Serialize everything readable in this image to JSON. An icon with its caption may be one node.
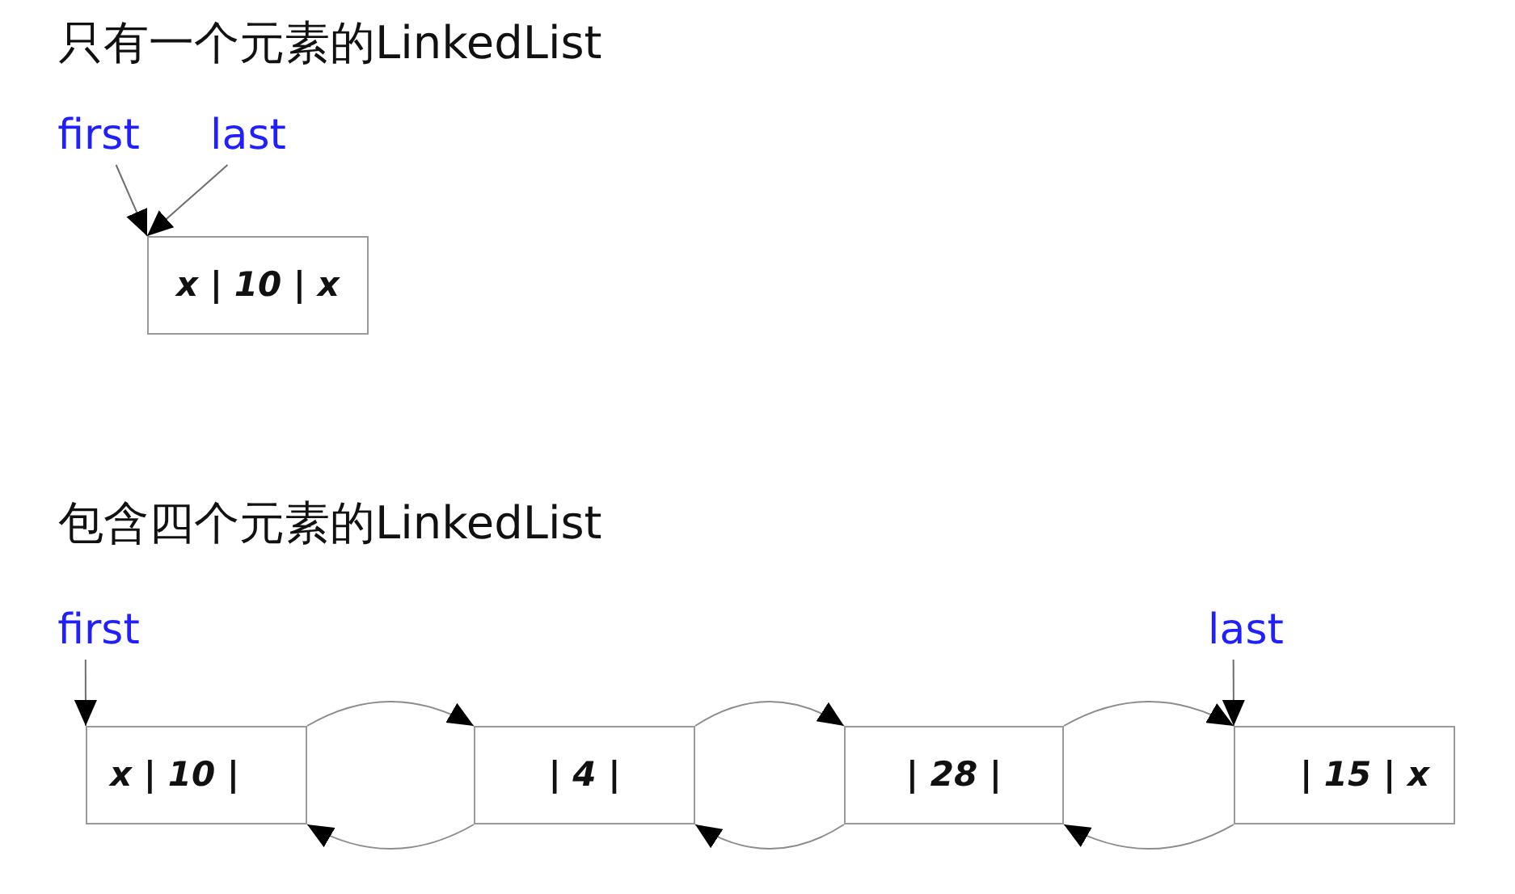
{
  "diagram": {
    "nodes": [
      {
        "text": [
          "first"
        ]
      },
      {
        "text": [
          "last"
        ]
      },
      {
        "text": [
          "x | 10 | x"
        ]
      },
      {
        "text": [
          "first"
        ]
      },
      {
        "text": [
          "last"
        ]
      },
      {
        "text": [
          "x | 10 |"
        ]
      },
      {
        "text": [
          "| 4 |"
        ]
      },
      {
        "text": [
          "| 28 |"
        ]
      },
      {
        "text": [
          "| 15 | x"
        ]
      }
    ],
    "edges": [
      {
        "from": 0,
        "to": 2,
        "arrow": "to"
      },
      {
        "from": 1,
        "to": 2,
        "arrow": "to"
      },
      {
        "from": 3,
        "to": 5,
        "arrow": "to"
      },
      {
        "from": 4,
        "to": 8,
        "arrow": "to"
      },
      {
        "from": 5,
        "to": 6,
        "arrow": "to"
      },
      {
        "from": 6,
        "to": 5,
        "arrow": "to"
      },
      {
        "from": 6,
        "to": 7,
        "arrow": "to"
      },
      {
        "from": 7,
        "to": 6,
        "arrow": "to"
      },
      {
        "from": 7,
        "to": 8,
        "arrow": "to"
      },
      {
        "from": 8,
        "to": 7,
        "arrow": "to"
      }
    ],
    "labels": [
      "只有一个元素的LinkedList",
      "包含四个元素的LinkedList"
    ]
  }
}
